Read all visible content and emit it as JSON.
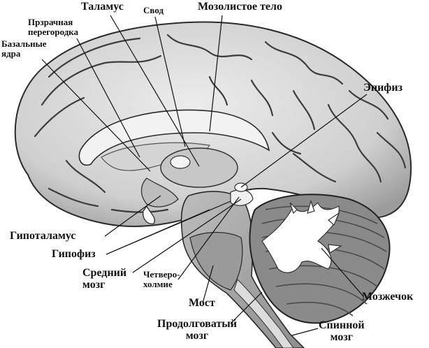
{
  "labels": {
    "thalamus": "Таламус",
    "fornix": "Свод",
    "corpus_callosum": "Мозолистое тело",
    "septum_pellucidum": "Прзрачная\nперегородка",
    "basal_ganglia": "Базальные\nядра",
    "pineal_gland": "Эпифиз",
    "hypothalamus": "Гипоталамус",
    "pituitary": "Гипофиз",
    "midbrain": "Средний\nмозг",
    "quadrigemina": "Четверо-\nхолмие",
    "pons": "Мост",
    "medulla": "Продолговатый\nмозг",
    "cerebellum": "Мозжечок",
    "spinal_cord": "Спинной\nмозг"
  },
  "colors": {
    "cortex_fill": "#d9d9d9",
    "sulcus_stroke": "#3c3c3c",
    "corpus_callosum_fill": "#f2f2f2",
    "brainstem_fill": "#a9a9a9",
    "cerebellum_fill": "#8a8a8a",
    "arbor_vitae": "#ffffff",
    "leader_line": "#111111"
  }
}
